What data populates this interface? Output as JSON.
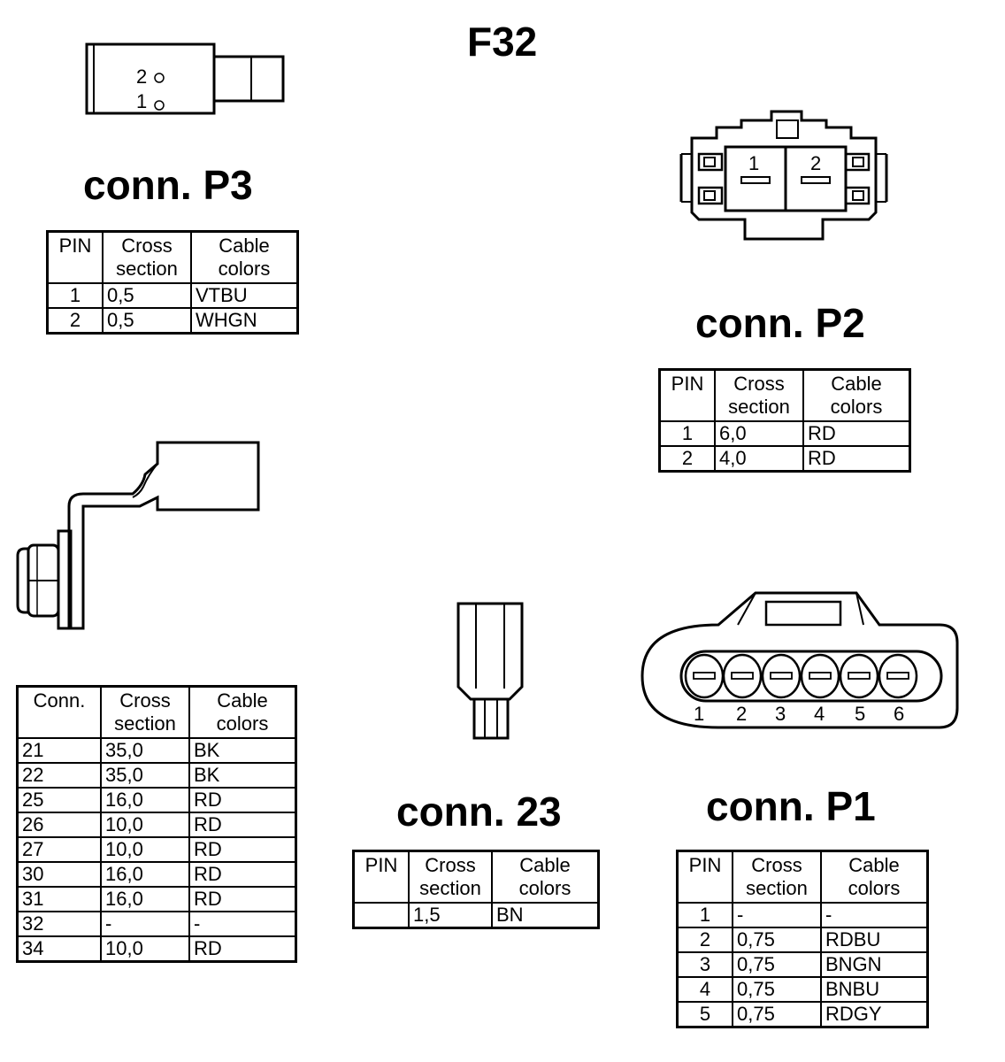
{
  "page_title": "F32",
  "headers": {
    "pin": "PIN",
    "conn": "Conn.",
    "cross_1": "Cross",
    "cross_2": "section",
    "cable_1": "Cable",
    "cable_2": "colors"
  },
  "connectors": {
    "p3": {
      "title": "conn. P3",
      "pin_labels": [
        "2",
        "1"
      ],
      "rows": [
        {
          "pin": "1",
          "cross": "0,5",
          "color": "VTBU"
        },
        {
          "pin": "2",
          "cross": "0,5",
          "color": "WHGN"
        }
      ]
    },
    "p2": {
      "title": "conn. P2",
      "pin_labels": [
        "1",
        "2"
      ],
      "rows": [
        {
          "pin": "1",
          "cross": "6,0",
          "color": "RD"
        },
        {
          "pin": "2",
          "cross": "4,0",
          "color": "RD"
        }
      ]
    },
    "stud": {
      "rows": [
        {
          "conn": "21",
          "cross": "35,0",
          "color": "BK"
        },
        {
          "conn": "22",
          "cross": "35,0",
          "color": "BK"
        },
        {
          "conn": "25",
          "cross": "16,0",
          "color": "RD"
        },
        {
          "conn": "26",
          "cross": "10,0",
          "color": "RD"
        },
        {
          "conn": "27",
          "cross": "10,0",
          "color": "RD"
        },
        {
          "conn": "30",
          "cross": "16,0",
          "color": "RD"
        },
        {
          "conn": "31",
          "cross": "16,0",
          "color": "RD"
        },
        {
          "conn": "32",
          "cross": "-",
          "color": "-"
        },
        {
          "conn": "34",
          "cross": "10,0",
          "color": "RD"
        }
      ]
    },
    "c23": {
      "title": "conn. 23",
      "rows": [
        {
          "pin": "",
          "cross": "1,5",
          "color": "BN"
        }
      ]
    },
    "p1": {
      "title": "conn. P1",
      "pin_labels": [
        "1",
        "2",
        "3",
        "4",
        "5",
        "6"
      ],
      "rows": [
        {
          "pin": "1",
          "cross": "-",
          "color": "-"
        },
        {
          "pin": "2",
          "cross": "0,75",
          "color": "RDBU"
        },
        {
          "pin": "3",
          "cross": "0,75",
          "color": "BNGN"
        },
        {
          "pin": "4",
          "cross": "0,75",
          "color": "BNBU"
        },
        {
          "pin": "5",
          "cross": "0,75",
          "color": "RDGY"
        }
      ]
    }
  }
}
